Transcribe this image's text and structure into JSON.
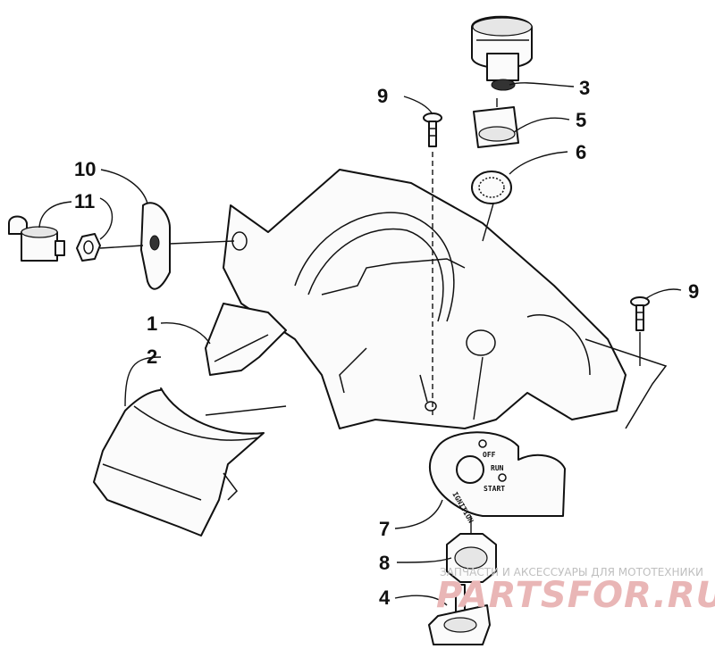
{
  "callouts": {
    "c1": "1",
    "c2": "2",
    "c3": "3",
    "c4": "4",
    "c5": "5",
    "c6": "6",
    "c7": "7",
    "c8": "8",
    "c9a": "9",
    "c9b": "9",
    "c10": "10",
    "c11": "11"
  },
  "decal": {
    "off": "OFF",
    "run": "RUN",
    "start": "START",
    "ignition": "IGNITION"
  },
  "watermark": {
    "tagline": "ЗАПЧАСТИ И АКСЕССУАРЫ ДЛЯ МОТОТЕХНИКИ",
    "brand": "PARTSFOR.RU"
  },
  "colors": {
    "ink": "#111111",
    "paper": "#ffffff",
    "watermark_brand": "#e9b6b6",
    "watermark_tagline": "#bfbfbf"
  }
}
